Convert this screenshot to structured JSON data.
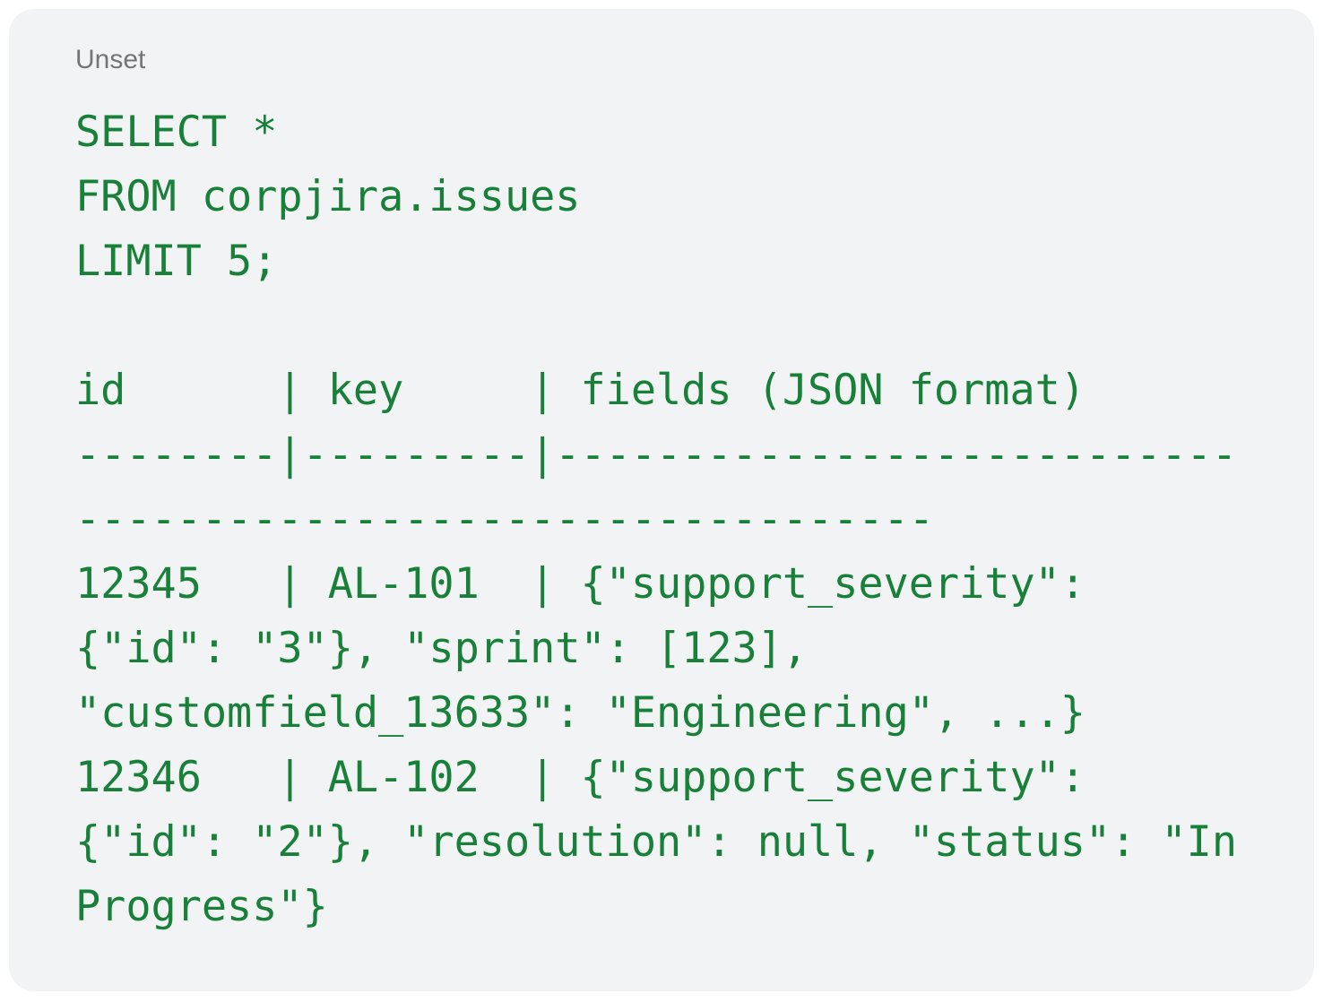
{
  "code_block": {
    "language_label": "Unset",
    "text": "SELECT *\nFROM corpjira.issues\nLIMIT 5;\n\nid      | key     | fields (JSON format)\n--------|---------|-------------------------------------------------------------\n12345   | AL-101  | {\"support_severity\": {\"id\": \"3\"}, \"sprint\": [123], \"customfield_13633\": \"Engineering\", ...}\n12346   | AL-102  | {\"support_severity\": {\"id\": \"2\"}, \"resolution\": null, \"status\": \"In Progress\"}",
    "query_lines": [
      "SELECT *",
      "FROM corpjira.issues",
      "LIMIT 5;"
    ],
    "result_table": {
      "columns": [
        "id",
        "key",
        "fields (JSON format)"
      ],
      "rows": [
        {
          "id": "12345",
          "key": "AL-101",
          "fields": "{\"support_severity\": {\"id\": \"3\"}, \"sprint\": [123], \"customfield_13633\": \"Engineering\", ...}"
        },
        {
          "id": "12346",
          "key": "AL-102",
          "fields": "{\"support_severity\": {\"id\": \"2\"}, \"resolution\": null, \"status\": \"In Progress\"}"
        }
      ]
    },
    "colors": {
      "card_background": "#f1f3f4",
      "code_green": "#188038",
      "label_gray": "#757575",
      "page_background": "#ffffff"
    }
  }
}
